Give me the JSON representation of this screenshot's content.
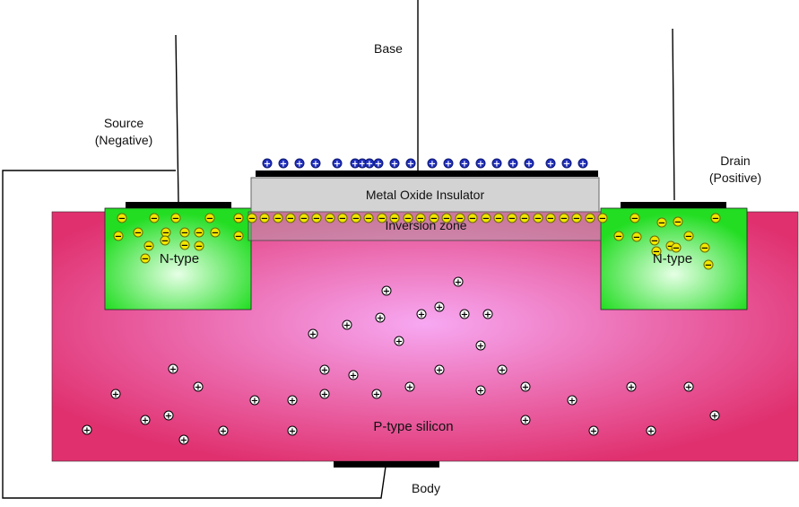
{
  "labels": {
    "base": "Base",
    "source": "Source\n(Negative)",
    "drain": "Drain\n(Positive)",
    "insulator": "Metal Oxide Insulator",
    "inversion": "Inversion zone",
    "n_left": "N-type",
    "n_right": "N-type",
    "p_type": "P-type silicon",
    "body": "Body"
  },
  "charges": {
    "electron_symbol": "−",
    "hole_symbol": "+",
    "ion_symbol": "+"
  },
  "colors": {
    "p_substrate_center": "#f7a8f2",
    "p_substrate_edge": "#e0306e",
    "n_region_center": "#e6ffe6",
    "n_region_edge": "#22dd22",
    "insulator": "#d3d3d3",
    "electron": "#f2e600",
    "hole": "#ffffff",
    "gate_ion": "#1f2fbf",
    "wire": "#000000"
  }
}
